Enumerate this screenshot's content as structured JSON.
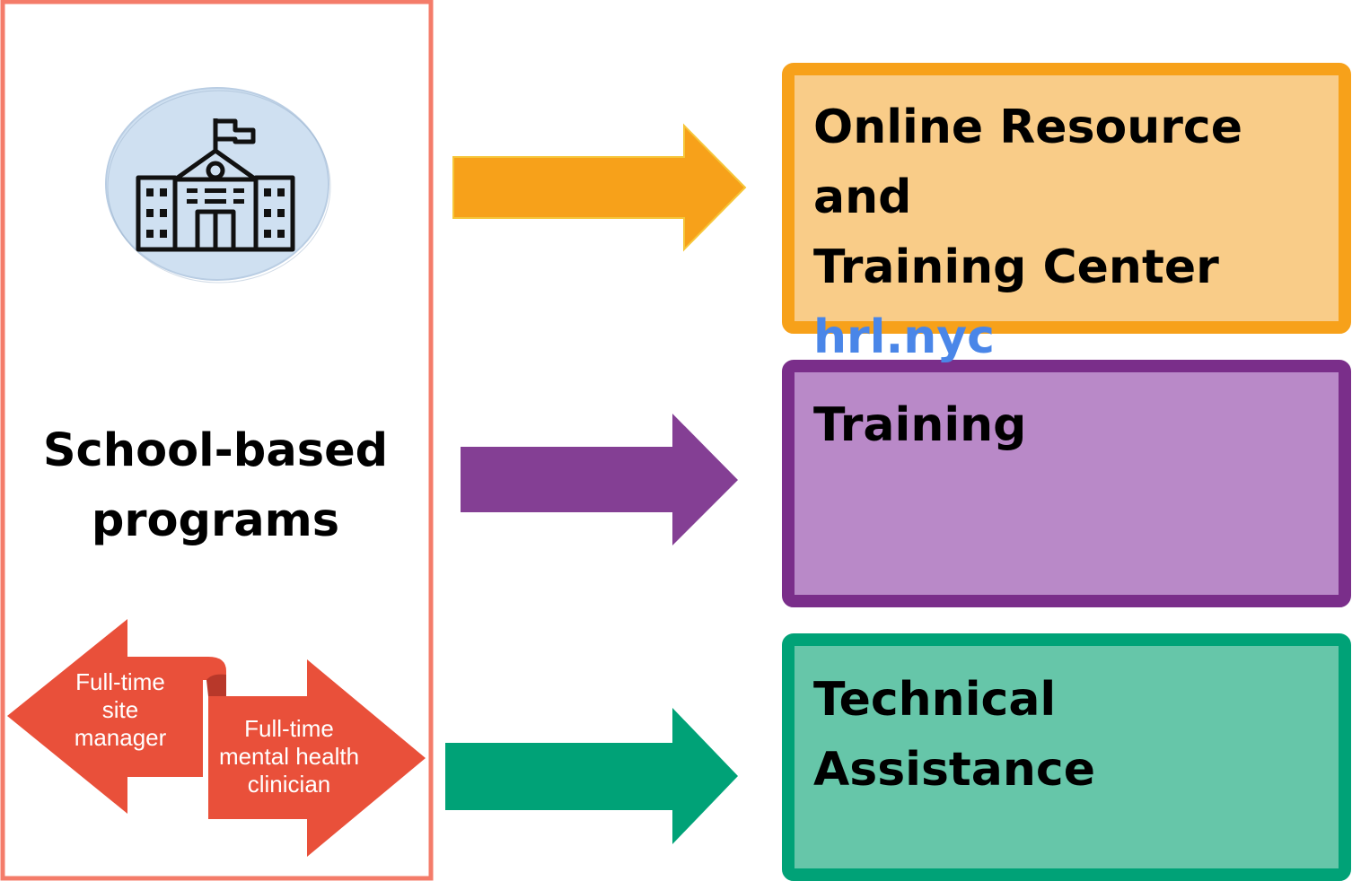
{
  "left_panel": {
    "title_line1": "School-based",
    "title_line2": "programs",
    "icon": "school-building-icon",
    "border_color": "#f47c6a",
    "roles": [
      {
        "label_lines": [
          "Full-time",
          "site",
          "manager"
        ],
        "color": "#e9503a"
      },
      {
        "label_lines": [
          "Full-time",
          "mental health",
          "clinician"
        ],
        "color": "#e9503a"
      }
    ]
  },
  "boxes": [
    {
      "title_lines": [
        "Online Resource and",
        "Training Center"
      ],
      "link": "hrl.nyc",
      "fill": "#f9cc88",
      "border": "#f7a11a",
      "arrow_color": "#f7a11a"
    },
    {
      "title_lines": [
        "Training"
      ],
      "fill": "#b989c8",
      "border": "#7a2e8a",
      "arrow_color": "#843f94"
    },
    {
      "title_lines": [
        "Technical Assistance"
      ],
      "fill": "#66c6a9",
      "border": "#00a277",
      "arrow_color": "#00a277"
    }
  ]
}
